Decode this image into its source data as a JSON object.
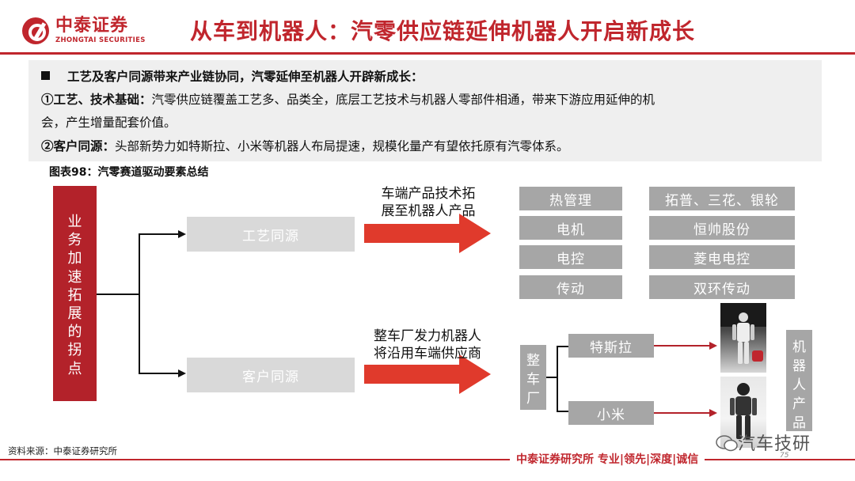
{
  "header": {
    "logo_cn": "中泰证券",
    "logo_en": "ZHONGTAI SECURITIES",
    "title": "从车到机器人：汽零供应链延伸机器人开启新成长",
    "accent": "#c0262d"
  },
  "intro": {
    "heading": "工艺及客户同源带来产业链协同，汽零延伸至机器人开辟新成长：",
    "point1_label": "①工艺、技术基础：",
    "point1_text": "汽零供应链覆盖工艺多、品类全，底层工艺技术与机器人零部件相通，带来下游应用延伸的机",
    "point1_cont": "会，产生增量配套价值。",
    "point2_label": "②客户同源：",
    "point2_text": "头部新势力如特斯拉、小米等机器人布局提速，规模化量产有望依托原有汽零体系。"
  },
  "figure": {
    "title": "图表98：汽零赛道驱动要素总结",
    "left_bar": "业\n务\n加\n速\n拓\n展\n的\n拐\n点",
    "source_process": "工艺同源",
    "source_customer": "客户同源",
    "arrow1_label": "车端产品技术拓\n展至机器人产品",
    "arrow2_label": "整车厂发力机器人\n将沿用车端供应商",
    "products": [
      "热管理",
      "电机",
      "电控",
      "传动"
    ],
    "companies": [
      "拓普、三花、银轮",
      "恒帅股份",
      "菱电电控",
      "双环传动"
    ],
    "oem_box": "整\n车\n厂",
    "oems": [
      "特斯拉",
      "小米"
    ],
    "robot_box": "机\n器\n人\n产\n品"
  },
  "footer": {
    "source": "资料来源：中泰证券研究所",
    "slogan": "中泰证券研究所 专业|领先|深度|诚信",
    "watermark": "汽车技研",
    "page": "75"
  }
}
